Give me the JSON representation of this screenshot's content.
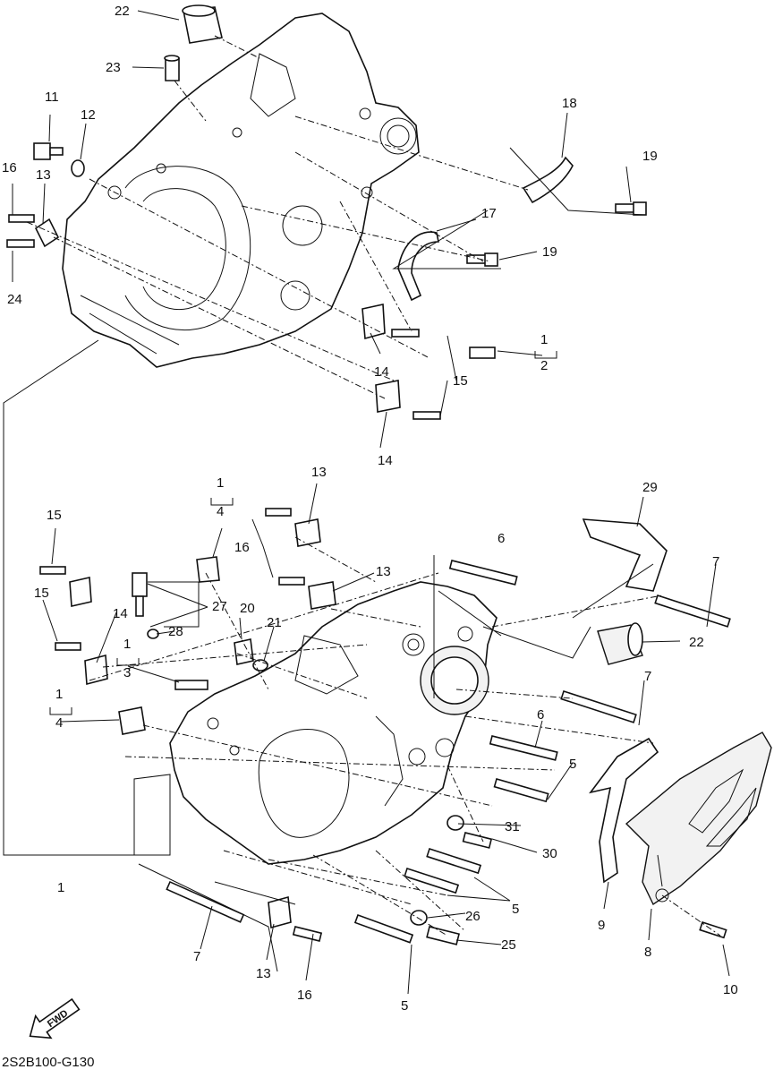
{
  "diagram_code": "2S2B100-G130",
  "fwd_label": "FWD",
  "callouts": [
    "1",
    "2",
    "3",
    "4",
    "5",
    "6",
    "7",
    "8",
    "9",
    "10",
    "11",
    "12",
    "13",
    "14",
    "15",
    "16",
    "17",
    "18",
    "19",
    "20",
    "21",
    "22",
    "23",
    "24",
    "25",
    "26",
    "27",
    "28",
    "29",
    "30",
    "31"
  ]
}
